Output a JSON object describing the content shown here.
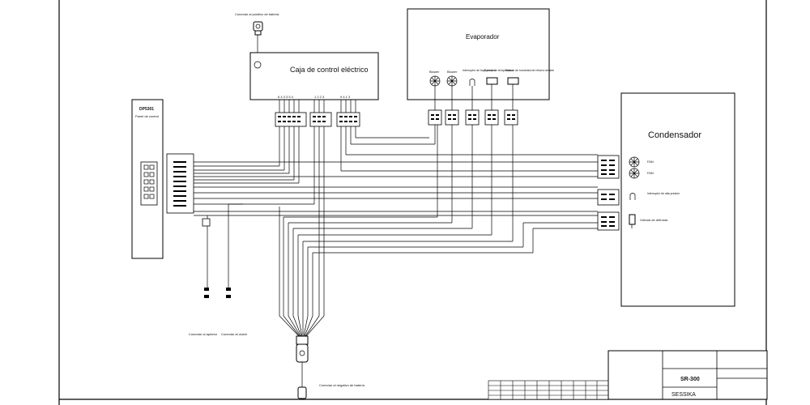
{
  "labels": {
    "battery_positive": "Conectar al positivo de batería",
    "control_box": "Caja de control eléctrico",
    "evaporator": "Evaporador",
    "condenser": "Condensador",
    "panel_model": "DP5301",
    "panel_name": "Panel de control",
    "evap_blower_1": "Blower",
    "evap_blower_2": "Blower",
    "low_pressure_switch": "Interruptor de baja presión",
    "temperature_sensor": "Sensor de temperatura",
    "humidity_sensor": "Sensor de humedad de retorno de aire",
    "fan_1": "FAN",
    "fan_2": "FAN",
    "high_pressure_switch": "Interruptor de alta presión",
    "defrost_valve": "Válvula de defrosta",
    "compressor": "Conectar al aprietor",
    "clutch": "Conectar al clutch",
    "battery_negative": "Conectar al negativo de batería"
  },
  "title_block": {
    "model": "SR-300",
    "company": "SESSIKA"
  },
  "icons": [
    "battery-positive-connector-icon",
    "blower-fan-icon",
    "switch-icon",
    "sensor-icon",
    "condenser-fan-icon",
    "valve-icon",
    "ground-connector-icon"
  ]
}
